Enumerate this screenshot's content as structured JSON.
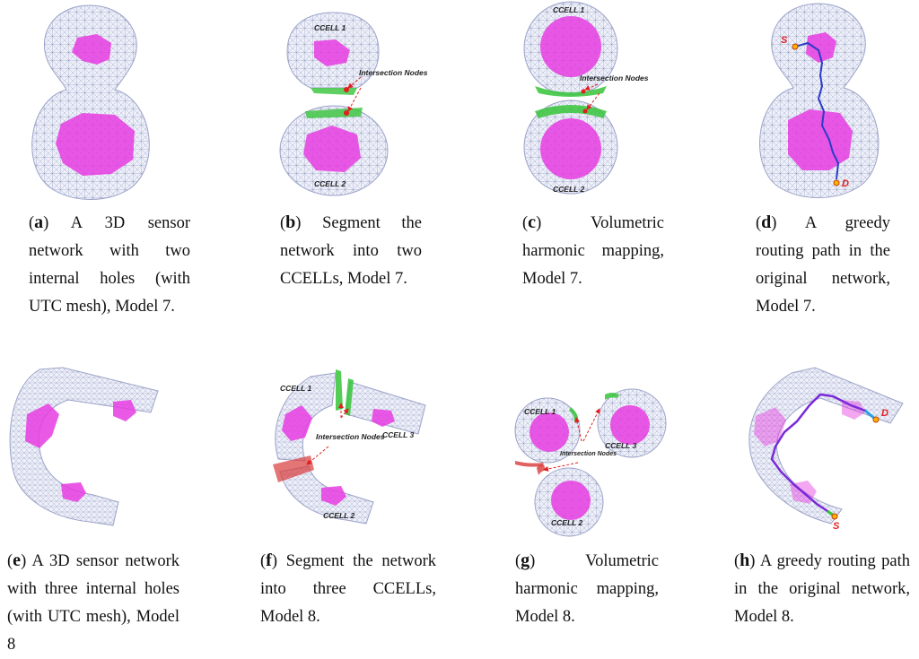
{
  "colors": {
    "mesh_fill": "#eef0fa",
    "mesh_line": "#8c93b8",
    "hole": "#e63ce0",
    "boundary_green": "#36c43a",
    "boundary_red": "#d83a3a",
    "arrow": "#e02020"
  },
  "panels": [
    {
      "id": "a",
      "caption": "A 3D sensor network with two internal holes (with UTC mesh), Model 7."
    },
    {
      "id": "b",
      "caption": "Segment the network into two CCELLs, Model 7.",
      "labels": {
        "ccell1": "CCELL 1",
        "ccell2": "CCELL 2",
        "intersection": "Intersection Nodes"
      }
    },
    {
      "id": "c",
      "caption": "Volumetric harmonic mapping, Model 7.",
      "labels": {
        "ccell1": "CCELL 1",
        "ccell2": "CCELL 2",
        "intersection": "Intersection Nodes"
      }
    },
    {
      "id": "d",
      "caption": "A greedy routing path in the original network, Model 7.",
      "labels": {
        "source": "S",
        "dest": "D"
      }
    },
    {
      "id": "e",
      "caption": "A 3D sensor network with three internal holes (with UTC mesh), Model 8"
    },
    {
      "id": "f",
      "caption": "Segment the network into three CCELLs, Model 8.",
      "labels": {
        "ccell1": "CCELL 1",
        "ccell2": "CCELL 2",
        "ccell3": "CCELL 3",
        "intersection": "Intersection Nodes"
      }
    },
    {
      "id": "g",
      "caption": "Volumetric harmonic mapping, Model 8.",
      "labels": {
        "ccell1": "CCELL 1",
        "ccell2": "CCELL 2",
        "ccell3": "CCELL 3",
        "intersection": "Intersection Nodes"
      }
    },
    {
      "id": "h",
      "caption": "A greedy routing path in the original network, Model 8.",
      "labels": {
        "source": "S",
        "dest": "D"
      }
    }
  ]
}
